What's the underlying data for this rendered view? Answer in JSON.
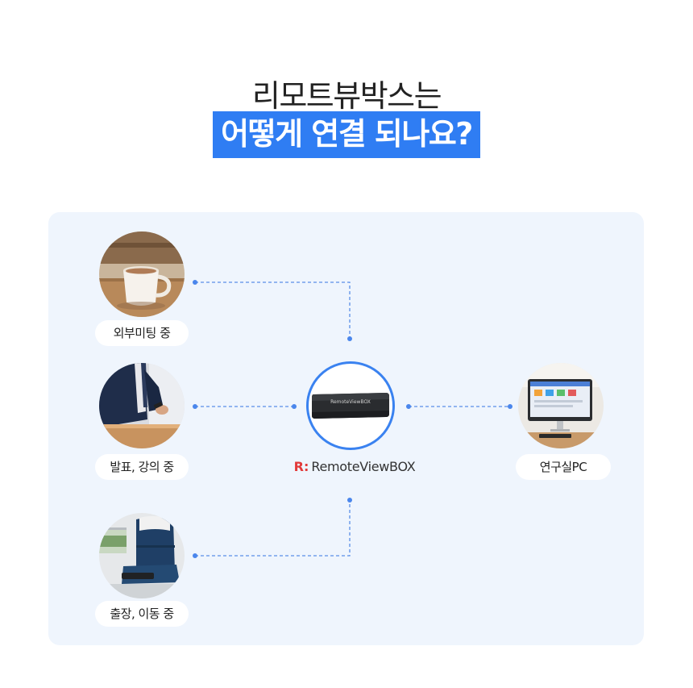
{
  "header": {
    "line1": "리모트뷰박스는",
    "line2": "어떻게 연결 되나요?"
  },
  "colors": {
    "accent": "#2f7df3",
    "panel_bg": "#eff5fd",
    "connector": "#5a8fe8",
    "hub_border": "#3a82f0",
    "brand_red": "#e23a3a"
  },
  "nodes": {
    "meeting": {
      "label": "외부미팅 중",
      "icon": "coffee-cup-photo"
    },
    "presentation": {
      "label": "발표, 강의 중",
      "icon": "presenter-photo"
    },
    "travel": {
      "label": "출장, 이동 중",
      "icon": "train-seat-photo"
    },
    "hub": {
      "device_text": "RemoteViewBOX",
      "icon": "remoteviewbox-device"
    },
    "target": {
      "label": "연구실PC",
      "icon": "desktop-pc-photo"
    }
  },
  "brand": {
    "logo": "R:",
    "name": "RemoteViewBOX"
  }
}
